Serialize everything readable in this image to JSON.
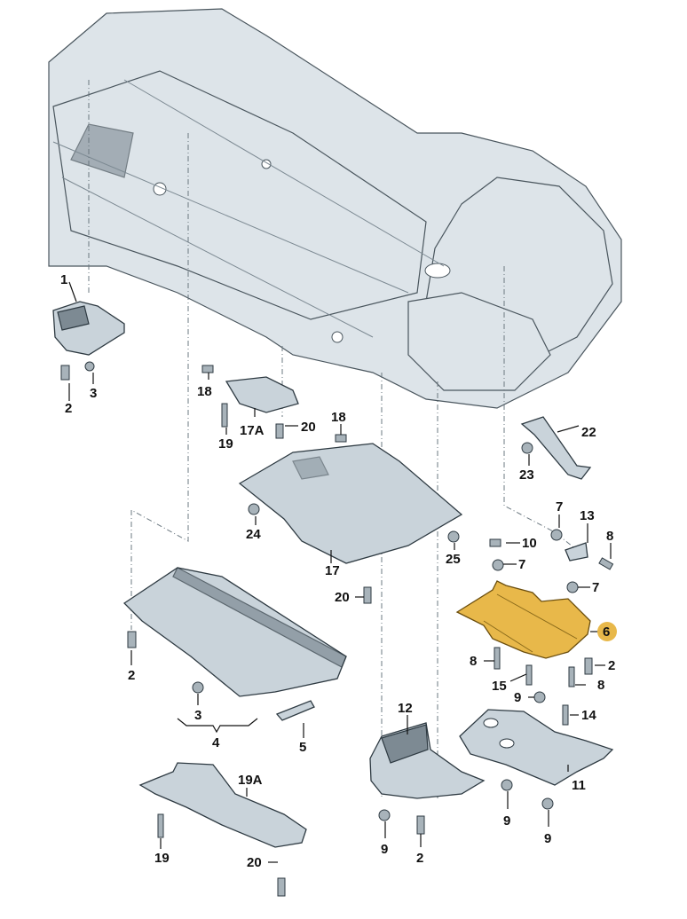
{
  "diagram": {
    "title": "Underbody protection panels - exploded parts view",
    "highlight_color": "#e8b84a",
    "highlighted_part": "6",
    "callouts": [
      {
        "id": "c1",
        "label": "1"
      },
      {
        "id": "c2a",
        "label": "2"
      },
      {
        "id": "c3a",
        "label": "3"
      },
      {
        "id": "c18a",
        "label": "18"
      },
      {
        "id": "c19a",
        "label": "19"
      },
      {
        "id": "c17a",
        "label": "17A"
      },
      {
        "id": "c20a",
        "label": "20"
      },
      {
        "id": "c18b",
        "label": "18"
      },
      {
        "id": "c22",
        "label": "22"
      },
      {
        "id": "c23",
        "label": "23"
      },
      {
        "id": "c24",
        "label": "24"
      },
      {
        "id": "c17",
        "label": "17"
      },
      {
        "id": "c25",
        "label": "25"
      },
      {
        "id": "c7a",
        "label": "7"
      },
      {
        "id": "c13",
        "label": "13"
      },
      {
        "id": "c8a",
        "label": "8"
      },
      {
        "id": "c10",
        "label": "10"
      },
      {
        "id": "c7b",
        "label": "7"
      },
      {
        "id": "c7c",
        "label": "7"
      },
      {
        "id": "c20b",
        "label": "20"
      },
      {
        "id": "c6",
        "label": "6"
      },
      {
        "id": "c8b",
        "label": "8"
      },
      {
        "id": "c2b",
        "label": "2"
      },
      {
        "id": "c15",
        "label": "15"
      },
      {
        "id": "c8c",
        "label": "8"
      },
      {
        "id": "c9a",
        "label": "9"
      },
      {
        "id": "c14",
        "label": "14"
      },
      {
        "id": "c2c",
        "label": "2"
      },
      {
        "id": "c3b",
        "label": "3"
      },
      {
        "id": "c4",
        "label": "4"
      },
      {
        "id": "c5",
        "label": "5"
      },
      {
        "id": "c12",
        "label": "12"
      },
      {
        "id": "c11",
        "label": "11"
      },
      {
        "id": "c19A",
        "label": "19A"
      },
      {
        "id": "c9b",
        "label": "9"
      },
      {
        "id": "c2d",
        "label": "2"
      },
      {
        "id": "c9c",
        "label": "9"
      },
      {
        "id": "c9d",
        "label": "9"
      },
      {
        "id": "c19b",
        "label": "19"
      },
      {
        "id": "c20c",
        "label": "20"
      }
    ]
  }
}
